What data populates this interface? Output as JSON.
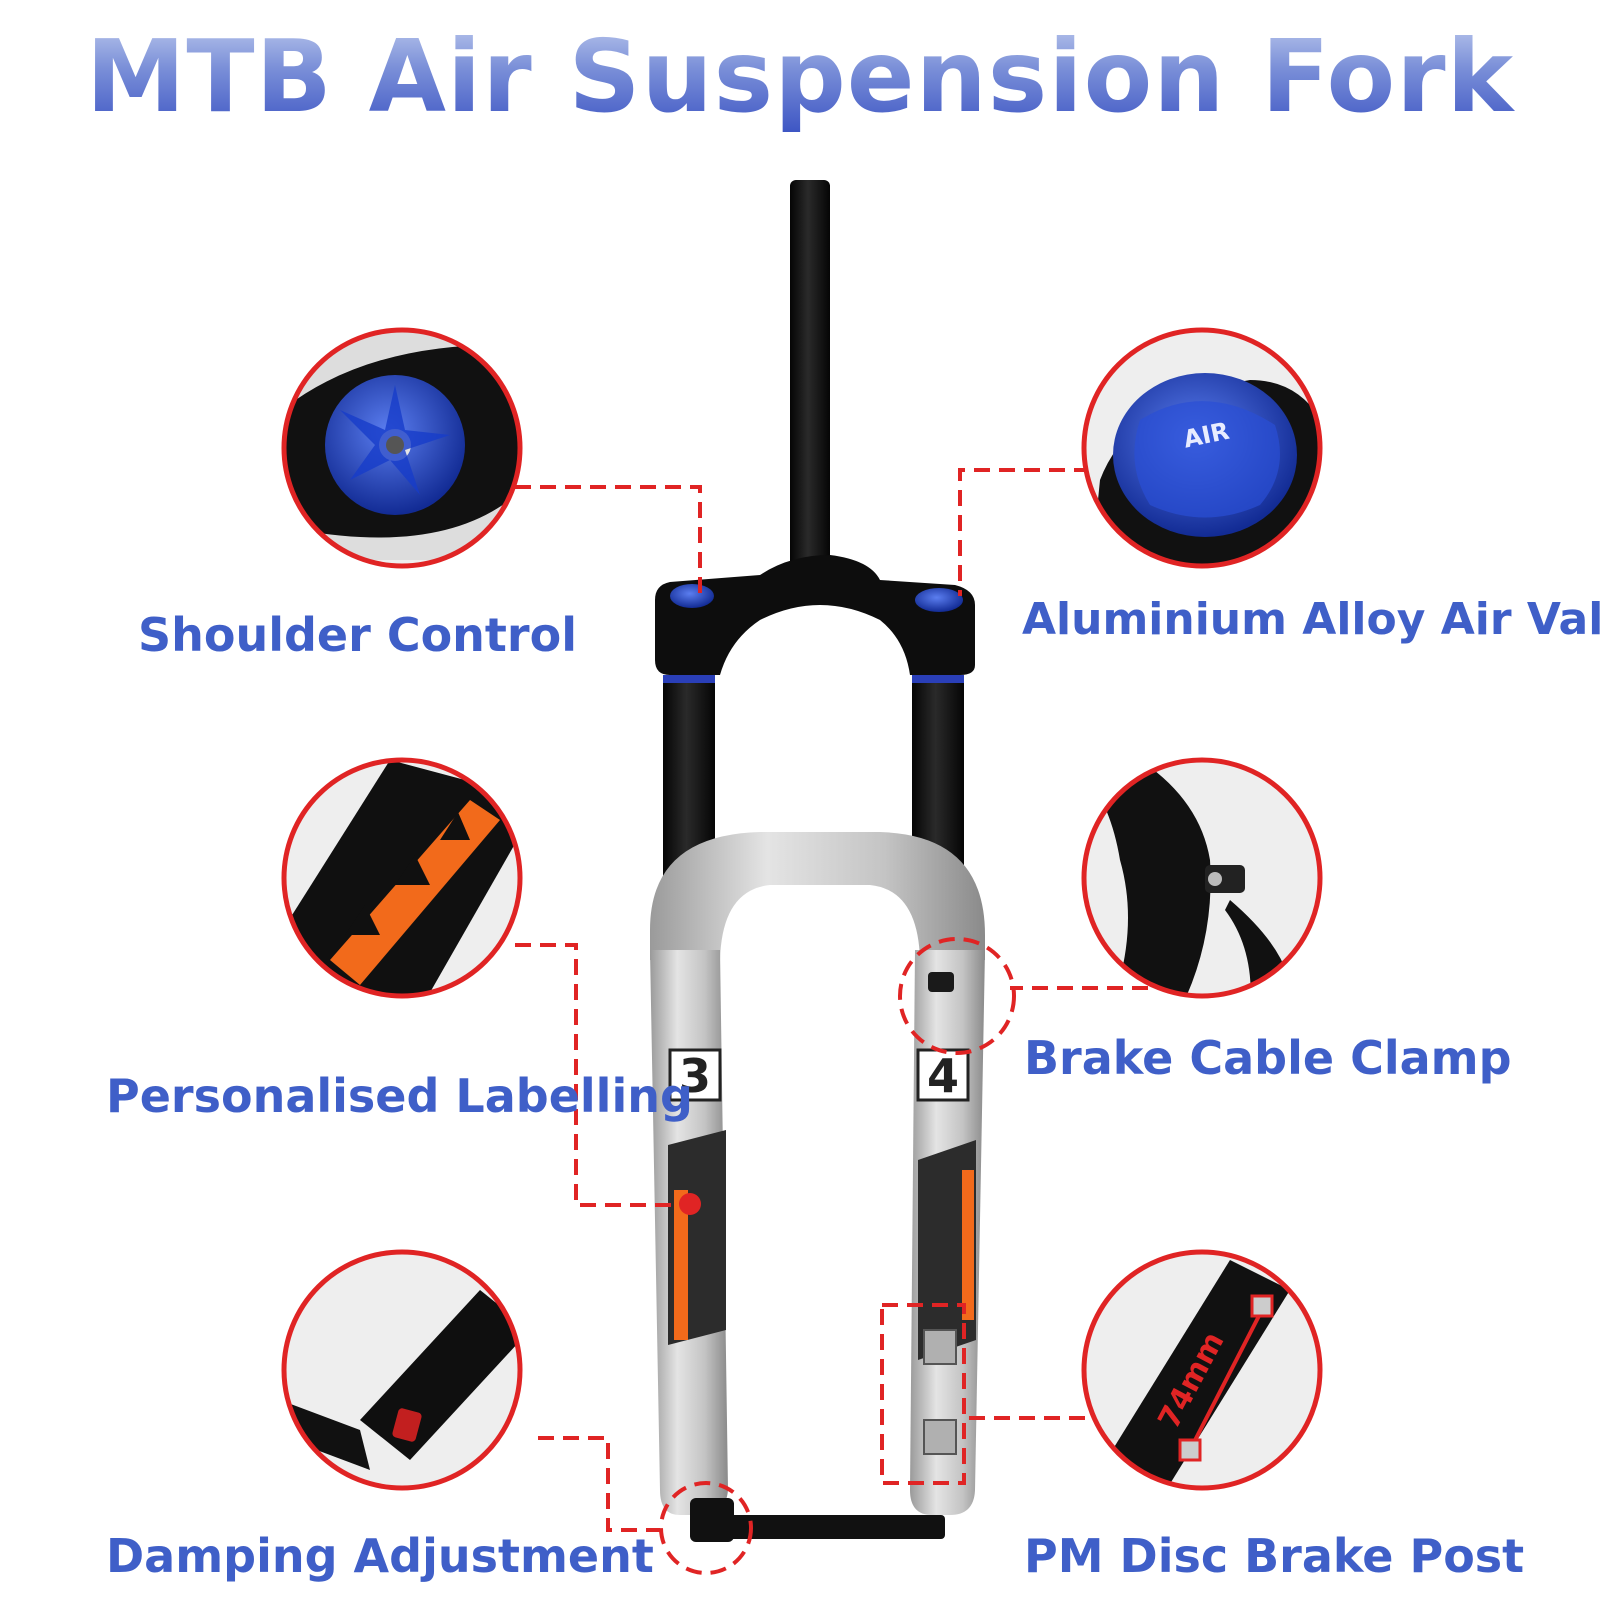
{
  "title": "MTB Air Suspension Fork",
  "labels": {
    "shoulder_control": "Shoulder Control",
    "air_valve": "Aluminium Alloy Air Valve",
    "personalised_labelling": "Personalised Labelling",
    "brake_cable_clamp": "Brake Cable Clamp",
    "damping_adjustment": "Damping Adjustment",
    "pm_disc_brake_post": "PM Disc Brake Post"
  },
  "air_cap_text": "AIR",
  "post_spacing": "74mm",
  "colors": {
    "label_blue": "#3f5fc8",
    "callout_red": "#e02424",
    "accent_orange": "#f26a1b",
    "cap_blue": "#1f3fbf"
  }
}
